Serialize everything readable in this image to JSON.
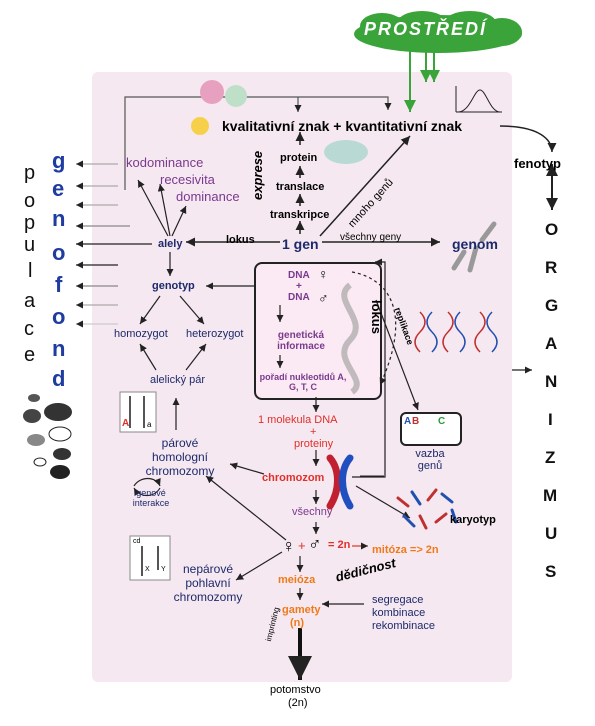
{
  "environment": "PROSTŘEDÍ",
  "traits": "kvalitativní znak + kvantitativní znak",
  "phenotype": "fenotyp",
  "organism_letters": [
    "O",
    "R",
    "G",
    "A",
    "N",
    "I",
    "Z",
    "M",
    "U",
    "S"
  ],
  "population_letters": [
    "p",
    "o",
    "p",
    "u",
    "l",
    "a",
    "c",
    "e"
  ],
  "genofond_letters": [
    "g",
    "e",
    "n",
    "o",
    "f",
    "o",
    "n",
    "d"
  ],
  "dominance": {
    "kodominance": "kodominance",
    "recesivita": "recesivita",
    "dominance": "dominance"
  },
  "expression": {
    "label": "exprese",
    "protein": "protein",
    "translation": "translace",
    "transcription": "transkripce",
    "many_genes": "mnoho genů"
  },
  "gene": {
    "one_gene": "1 gen",
    "locus": "lokus",
    "alleles": "alely",
    "all_genes": "všechny geny",
    "genome": "genom"
  },
  "genotype": {
    "genotype": "genotyp",
    "homozygote": "homozygot",
    "heterozygote": "heterozygot",
    "allelic_pair": "alelický pár",
    "pair_letters": [
      "A",
      "a"
    ]
  },
  "info_box": {
    "dna1": "DNA",
    "female": "♀",
    "plus": "+",
    "dna2": "DNA",
    "male": "♂",
    "genetic_info": "genetická informace",
    "nucleotide_order": "pořadí nukleotidů A, G, T, C",
    "locus_vertical": "lokus",
    "replication": "replikace"
  },
  "chromosomes": {
    "homologous": "párové homologní chromozomy",
    "gene_interactions": "genové interakce",
    "one_molecule": "1 molekula DNA",
    "plus": "+",
    "proteins": "proteiny",
    "chromosome": "chromozom",
    "all": "všechny",
    "linkage": "vazba genů",
    "linkage_letters": [
      "A",
      "B",
      "C"
    ],
    "karyotype": "karyotyp",
    "nonhomologous": "nepárové pohlavní chromozomy",
    "sex_letters": [
      "cd",
      "X",
      "Y"
    ]
  },
  "reproduction": {
    "equals": "= 2n",
    "mitosis": "mitóza => 2n",
    "meiosis": "meióza",
    "heredity": "dědičnost",
    "imprinting": "imprinting",
    "gametes": "gamety",
    "gametes_n": "(n)",
    "segregation": "segregace",
    "combination": "kombinace",
    "recombination": "rekombinace",
    "offspring": "potomstvo",
    "offspring_2n": "(2n)"
  }
}
